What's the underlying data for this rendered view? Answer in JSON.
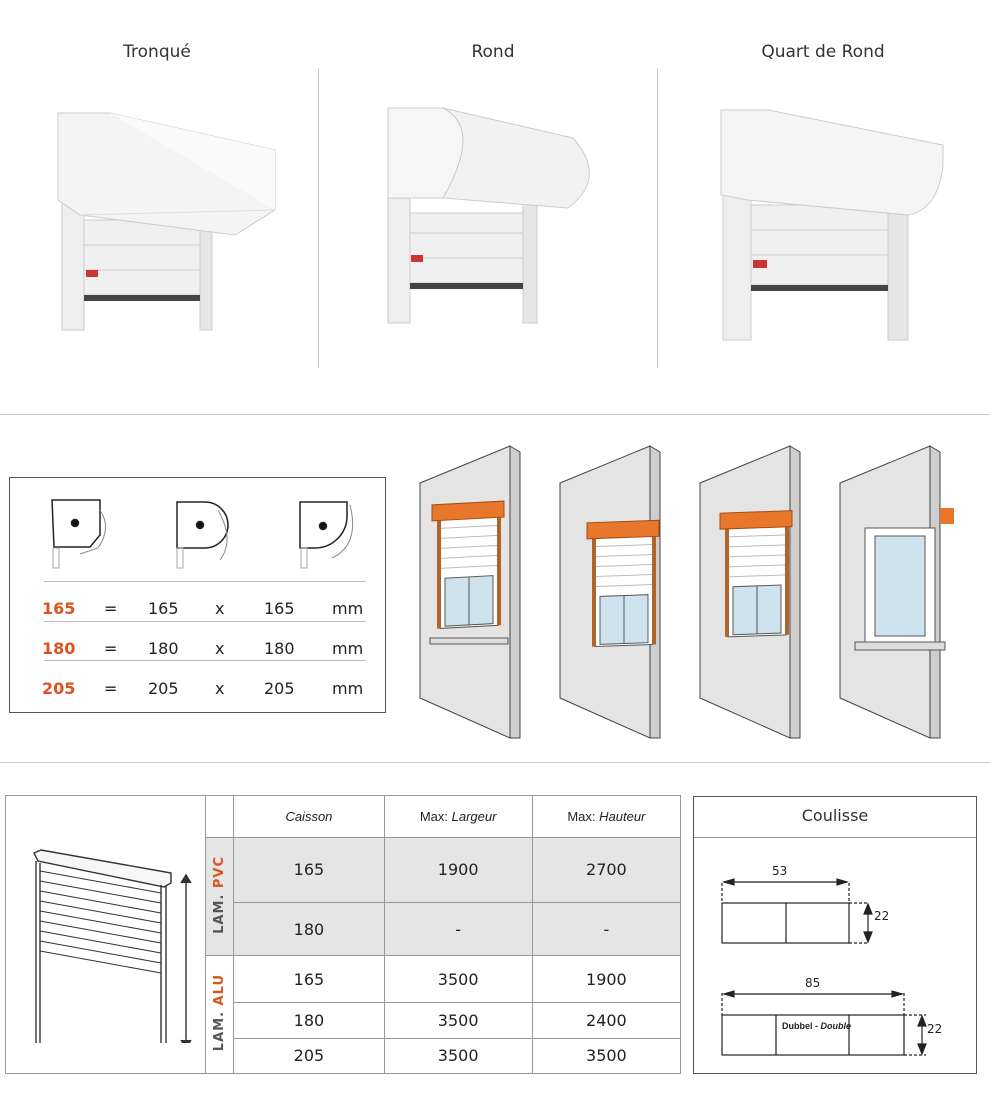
{
  "models": [
    {
      "name": "Tronqué"
    },
    {
      "name": "Rond"
    },
    {
      "name": "Quart de Rond"
    }
  ],
  "caisson_dimensions": [
    {
      "size": "165",
      "eq": "=",
      "w": "165",
      "x": "x",
      "h": "165",
      "unit": "mm"
    },
    {
      "size": "180",
      "eq": "=",
      "w": "180",
      "x": "x",
      "h": "180",
      "unit": "mm"
    },
    {
      "size": "205",
      "eq": "=",
      "w": "205",
      "x": "x",
      "h": "205",
      "unit": "mm"
    }
  ],
  "spec_table": {
    "headers": {
      "caisson": "Caisson",
      "largeur_prefix": "Max:",
      "largeur": "Largeur",
      "hauteur_prefix": "Max:",
      "hauteur": "Hauteur"
    },
    "groups": {
      "pvc": {
        "prefix": "LAM.",
        "name": "PVC"
      },
      "alu": {
        "prefix": "LAM.",
        "name": "ALU"
      }
    },
    "rows": [
      {
        "caisson": "165",
        "largeur": "1900",
        "hauteur": "2700"
      },
      {
        "caisson": "180",
        "largeur": "-",
        "hauteur": "-"
      },
      {
        "caisson": "165",
        "largeur": "3500",
        "hauteur": "1900"
      },
      {
        "caisson": "180",
        "largeur": "3500",
        "hauteur": "2400"
      },
      {
        "caisson": "205",
        "largeur": "3500",
        "hauteur": "3500"
      }
    ]
  },
  "coulisse": {
    "title": "Coulisse",
    "single": {
      "width": "53",
      "depth": "22"
    },
    "double": {
      "width": "85",
      "depth": "22",
      "label_nl": "Dubbel",
      "sep": " - ",
      "label_fr": "Double"
    }
  },
  "colors": {
    "accent": "#d9541e",
    "shade": "#e5e5e5"
  }
}
